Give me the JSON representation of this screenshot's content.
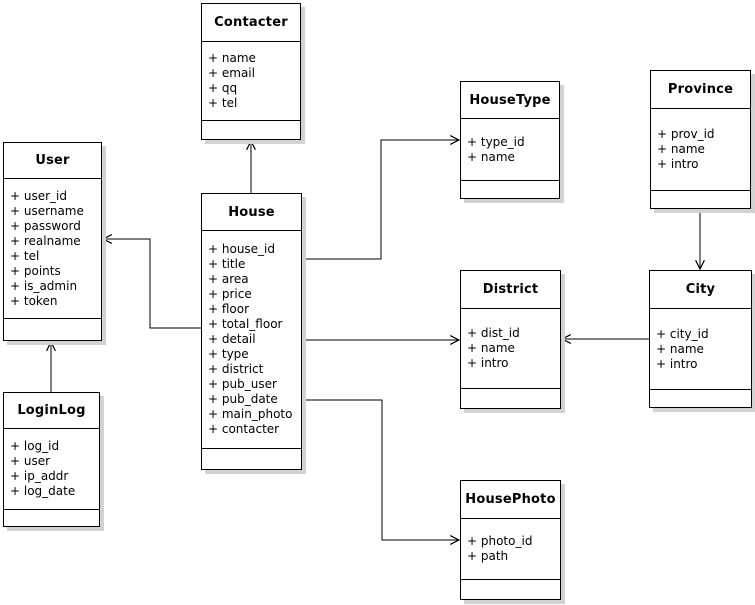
{
  "diagram": {
    "background_color": "#ffffff",
    "line_color": "#000000",
    "shadow_color": "#d2d2d2",
    "entities": {
      "contacter": {
        "name": "Contacter",
        "attributes": [
          "+ name",
          "+ email",
          "+ qq",
          "+ tel"
        ]
      },
      "user": {
        "name": "User",
        "attributes": [
          "+ user_id",
          "+ username",
          "+ password",
          "+ realname",
          "+ tel",
          "+ points",
          "+ is_admin",
          "+ token"
        ]
      },
      "house": {
        "name": "House",
        "attributes": [
          "+ house_id",
          "+ title",
          "+ area",
          "+ price",
          "+ floor",
          "+ total_floor",
          "+ detail",
          "+ type",
          "+ district",
          "+ pub_user",
          "+ pub_date",
          "+ main_photo",
          "+ contacter"
        ]
      },
      "housetype": {
        "name": "HouseType",
        "attributes": [
          "+ type_id",
          "+ name"
        ]
      },
      "province": {
        "name": "Province",
        "attributes": [
          "+ prov_id",
          "+ name",
          "+ intro"
        ]
      },
      "district": {
        "name": "District",
        "attributes": [
          "+ dist_id",
          "+ name",
          "+ intro"
        ]
      },
      "city": {
        "name": "City",
        "attributes": [
          "+ city_id",
          "+ name",
          "+ intro"
        ]
      },
      "loginlog": {
        "name": "LoginLog",
        "attributes": [
          "+ log_id",
          "+ user",
          "+ ip_addr",
          "+ log_date"
        ]
      },
      "housephoto": {
        "name": "HousePhoto",
        "attributes": [
          "+ photo_id",
          "+ path"
        ]
      }
    },
    "relationships": [
      {
        "from": "House",
        "to": "Contacter"
      },
      {
        "from": "House",
        "to": "User"
      },
      {
        "from": "LoginLog",
        "to": "User"
      },
      {
        "from": "House",
        "to": "HouseType"
      },
      {
        "from": "House",
        "to": "District"
      },
      {
        "from": "City",
        "to": "District"
      },
      {
        "from": "Province",
        "to": "City"
      },
      {
        "from": "House",
        "to": "HousePhoto"
      }
    ]
  }
}
